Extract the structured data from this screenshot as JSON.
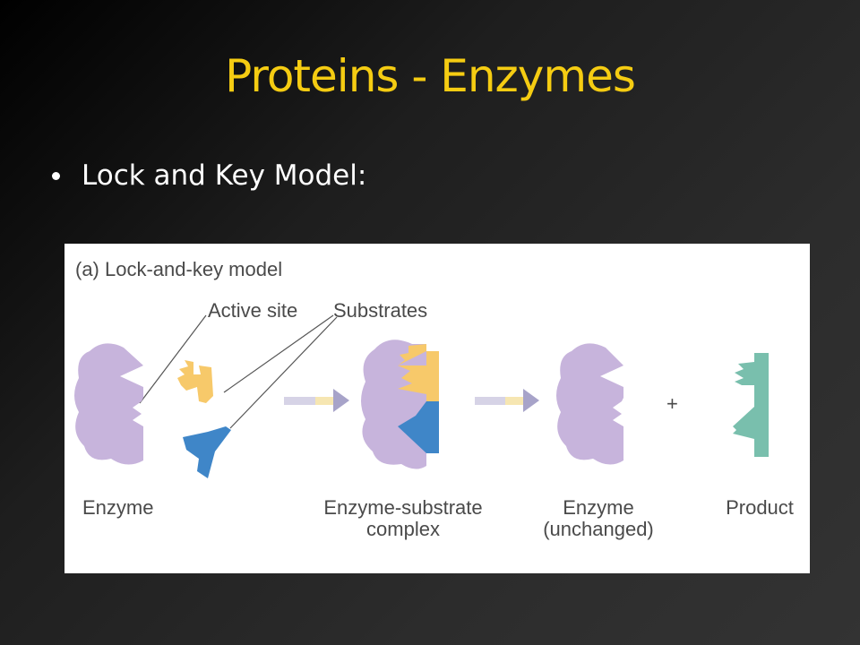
{
  "slide": {
    "title": "Proteins - Enzymes",
    "bullet": "Lock and Key Model:"
  },
  "figure": {
    "heading": "(a) Lock-and-key model",
    "callout_active_site": "Active site",
    "callout_substrates": "Substrates",
    "plus": "+",
    "captions": {
      "enzyme": "Enzyme",
      "complex_line1": "Enzyme-substrate",
      "complex_line2": "complex",
      "enzyme_unchanged_line1": "Enzyme",
      "enzyme_unchanged_line2": "(unchanged)",
      "product": "Product"
    }
  },
  "colors": {
    "title": "#f5cc12",
    "enzyme": "#c7b4dc",
    "substrate_yellow": "#f7c96a",
    "substrate_blue": "#3f86c8",
    "product": "#79bfad",
    "arrow": "#a7a3c9"
  }
}
